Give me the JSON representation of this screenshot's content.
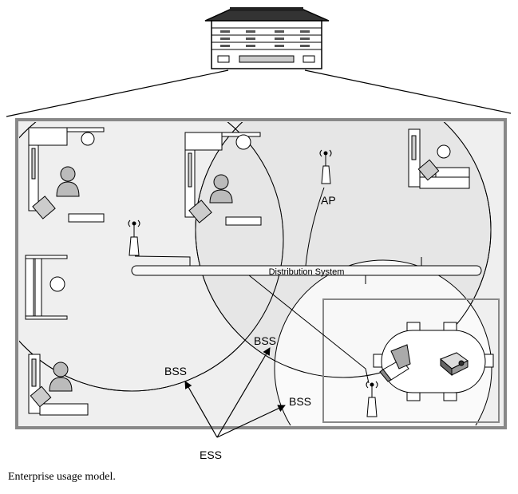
{
  "labels": {
    "ap": "AP",
    "distribution_system": "Distribution System",
    "bss_1": "BSS",
    "bss_2": "BSS",
    "bss_3": "BSS",
    "ess": "ESS"
  },
  "caption": "Enterprise usage model.",
  "icons": [
    "office-building-icon",
    "person-icon",
    "access-point-icon",
    "laptop-icon",
    "projector-icon",
    "chair-icon",
    "desk-icon"
  ],
  "colors": {
    "floor_fill": "#efefef",
    "coverage_fill": "#dedede",
    "outline": "#000000"
  }
}
